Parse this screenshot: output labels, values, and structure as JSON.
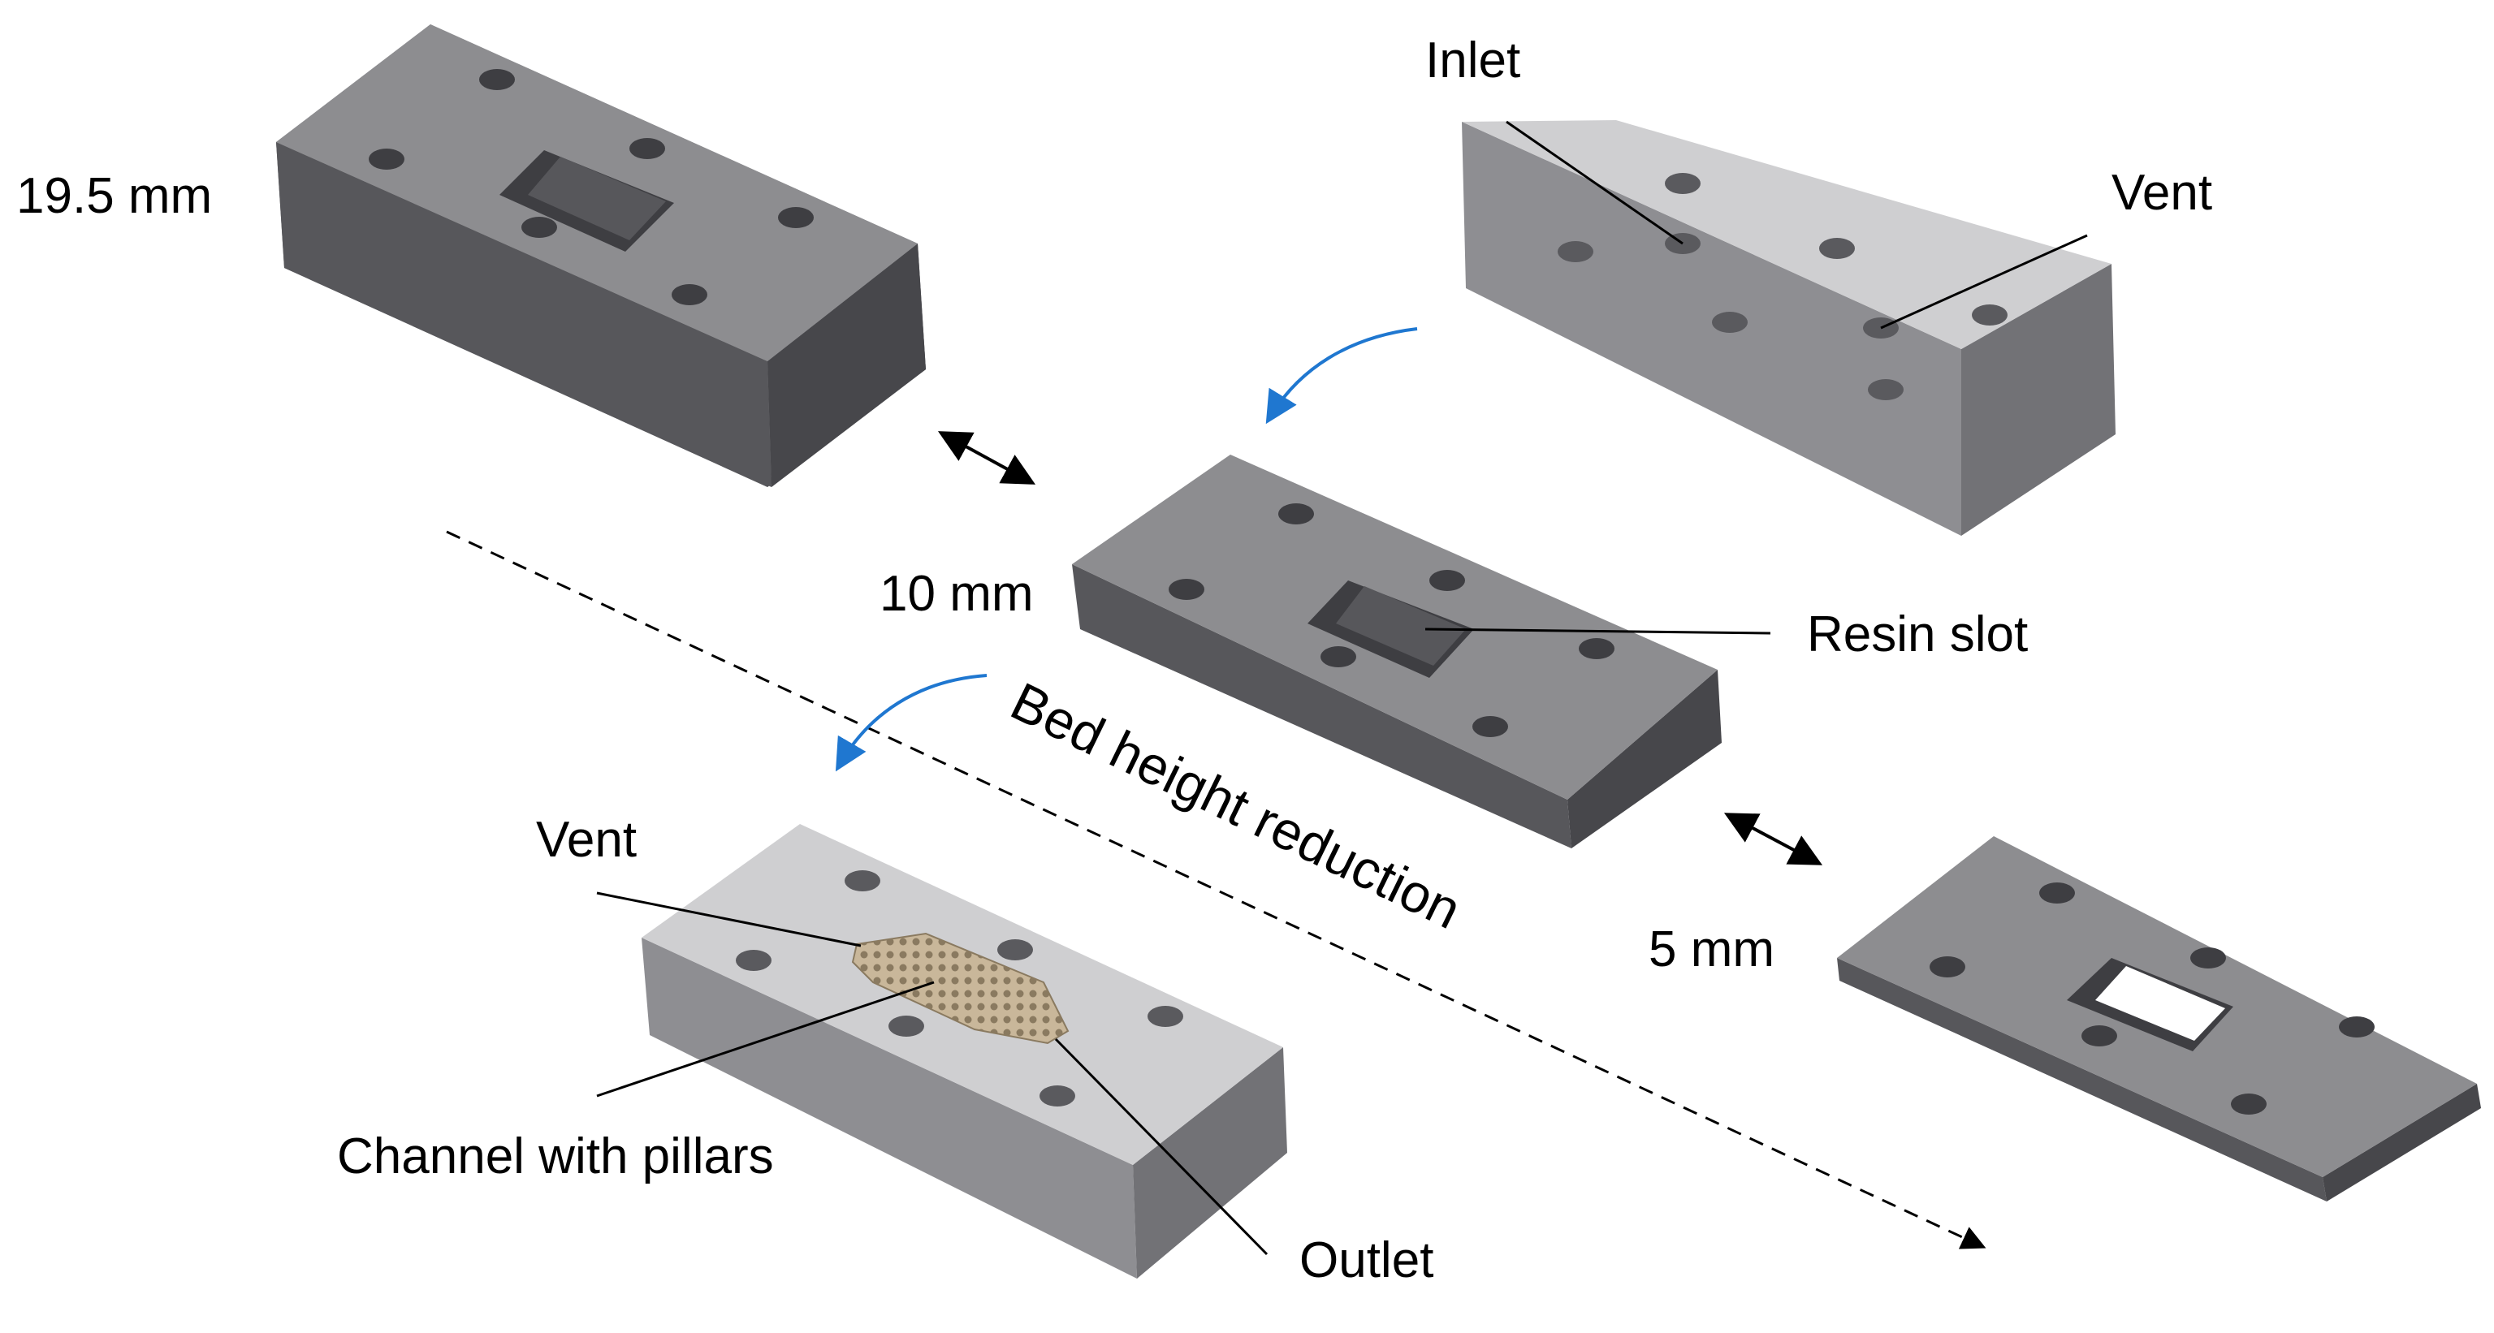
{
  "labels": {
    "block_195_height": "19.5 mm",
    "block_10_height": "10 mm",
    "block_5_height": "5 mm",
    "inlet": "Inlet",
    "vent_top": "Vent",
    "resin_slot": "Resin slot",
    "bed_height_reduction": "Bed height reduction",
    "vent_bottom": "Vent",
    "channel_with_pillars": "Channel with pillars",
    "outlet": "Outlet"
  },
  "colors": {
    "dark_top": "#8d8d90",
    "dark_front": "#57575b",
    "dark_side": "#47474b",
    "light_top": "#cfcfd1",
    "light_front": "#8e8e92",
    "light_side": "#727276",
    "hole": "#3e3e42",
    "hole_light": "#5a5a5e",
    "channel": "#c9b79a",
    "blue_arrow": "#1f77d0",
    "line": "#000000"
  },
  "icons": {
    "double_arrow": "double-headed-arrow-icon",
    "curved_arrow": "curved-arrow-icon"
  }
}
